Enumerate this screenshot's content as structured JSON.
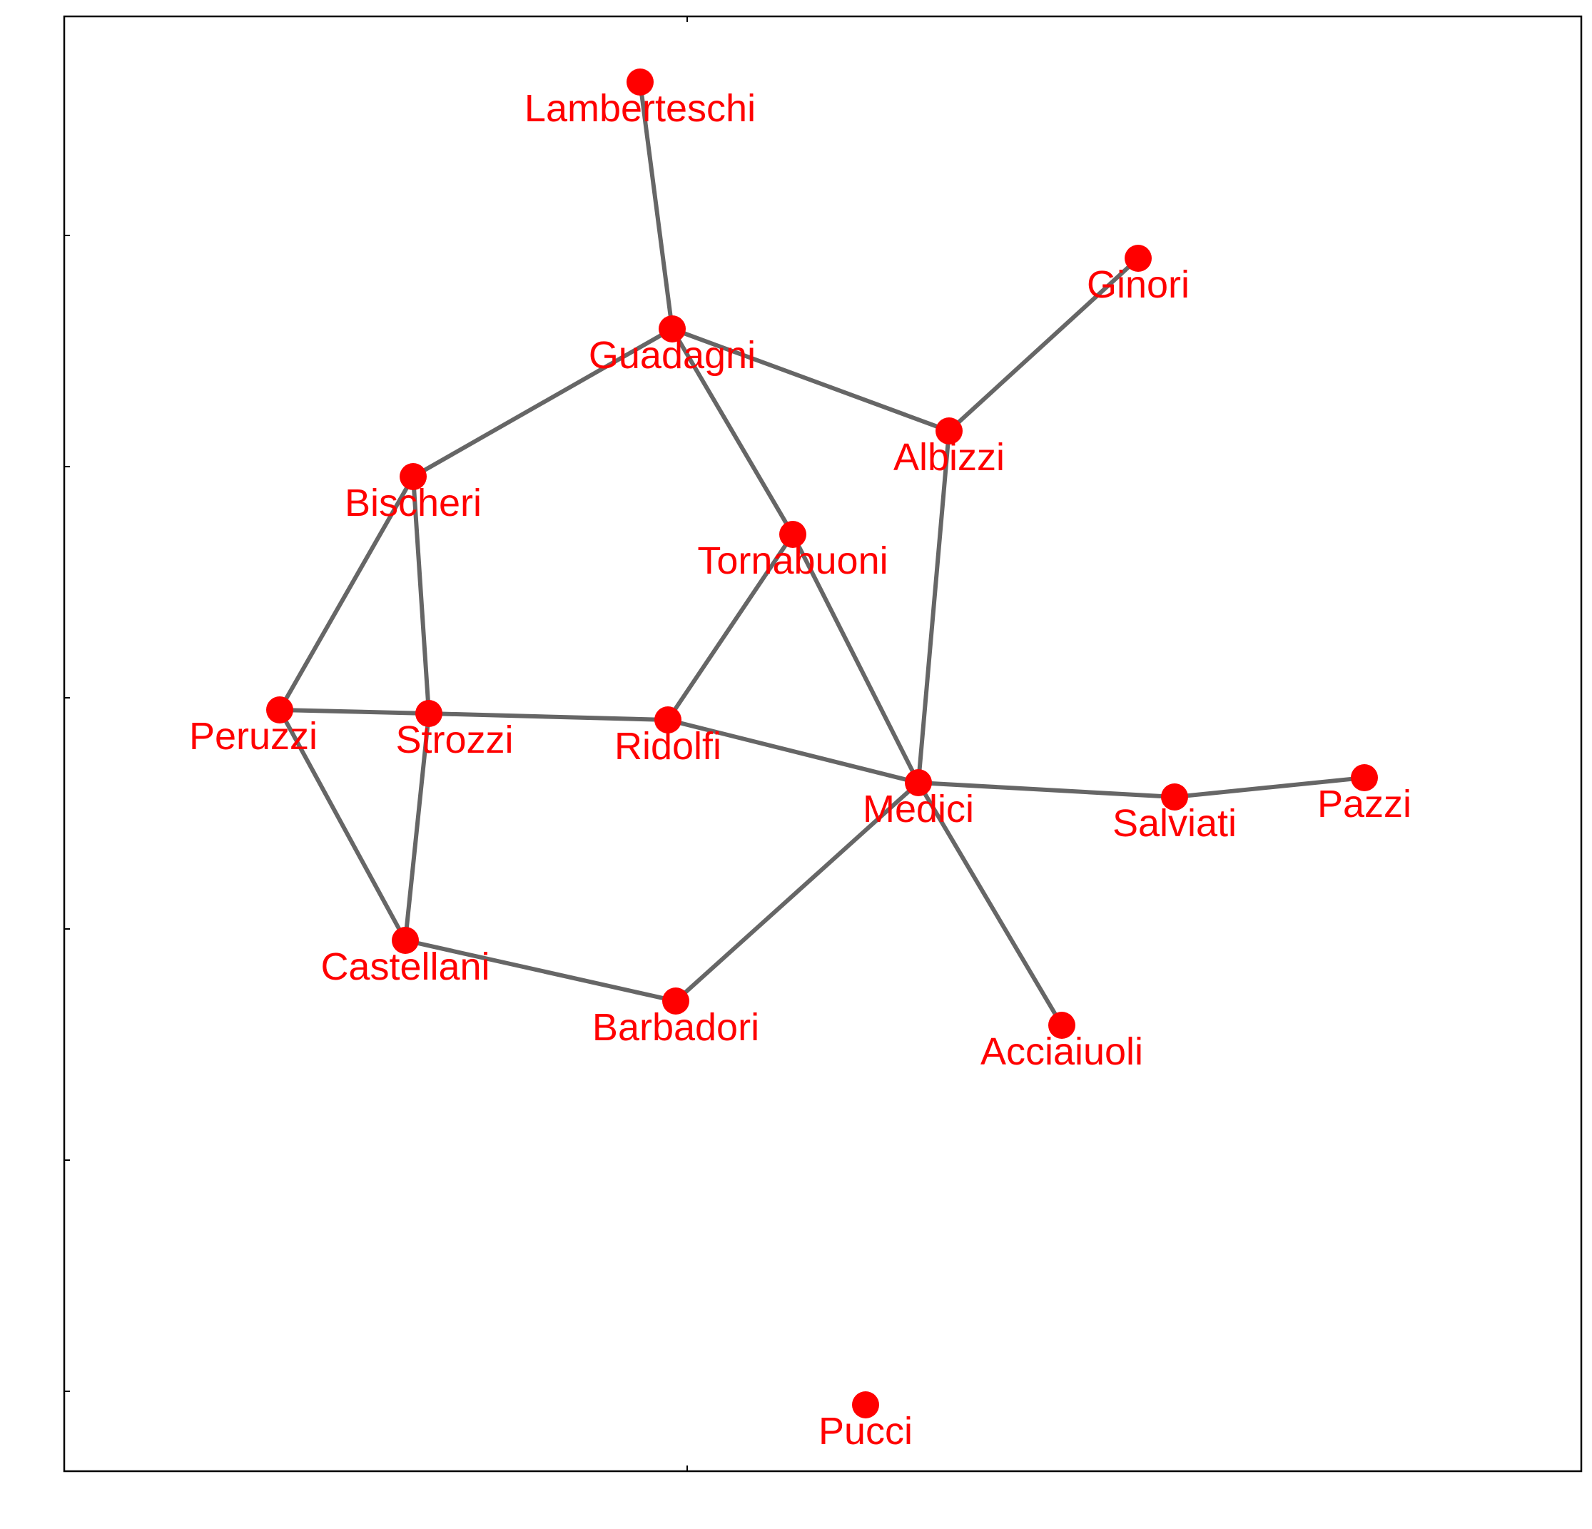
{
  "graph": {
    "node_color": "#ff0000",
    "edge_color": "#666666",
    "nodes": [
      {
        "id": "Lamberteschi"
      },
      {
        "id": "Ginori"
      },
      {
        "id": "Guadagni"
      },
      {
        "id": "Albizzi"
      },
      {
        "id": "Bischeri"
      },
      {
        "id": "Tornabuoni"
      },
      {
        "id": "Peruzzi"
      },
      {
        "id": "Strozzi"
      },
      {
        "id": "Ridolfi"
      },
      {
        "id": "Medici"
      },
      {
        "id": "Salviati"
      },
      {
        "id": "Pazzi"
      },
      {
        "id": "Castellani"
      },
      {
        "id": "Barbadori"
      },
      {
        "id": "Acciaiuoli"
      },
      {
        "id": "Pucci"
      }
    ],
    "edges": [
      [
        "Lamberteschi",
        "Guadagni"
      ],
      [
        "Ginori",
        "Albizzi"
      ],
      [
        "Guadagni",
        "Albizzi"
      ],
      [
        "Guadagni",
        "Bischeri"
      ],
      [
        "Guadagni",
        "Tornabuoni"
      ],
      [
        "Albizzi",
        "Medici"
      ],
      [
        "Bischeri",
        "Peruzzi"
      ],
      [
        "Bischeri",
        "Strozzi"
      ],
      [
        "Tornabuoni",
        "Ridolfi"
      ],
      [
        "Tornabuoni",
        "Medici"
      ],
      [
        "Peruzzi",
        "Strozzi"
      ],
      [
        "Peruzzi",
        "Castellani"
      ],
      [
        "Strozzi",
        "Ridolfi"
      ],
      [
        "Strozzi",
        "Castellani"
      ],
      [
        "Ridolfi",
        "Medici"
      ],
      [
        "Medici",
        "Salviati"
      ],
      [
        "Medici",
        "Barbadori"
      ],
      [
        "Medici",
        "Acciaiuoli"
      ],
      [
        "Salviati",
        "Pazzi"
      ],
      [
        "Castellani",
        "Barbadori"
      ]
    ]
  }
}
